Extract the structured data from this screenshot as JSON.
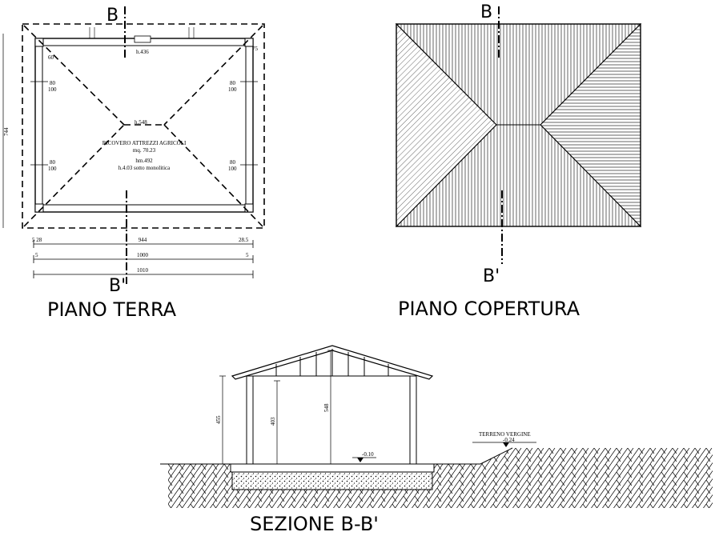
{
  "plans": {
    "terra": {
      "title": "PIANO TERRA",
      "section_mark_top": "B",
      "section_mark_bottom": "B'",
      "room_name": "RICOVERO ATTREZZI AGRICOLI",
      "room_area": "mq. 70.23",
      "room_hm": "hm.492",
      "room_h": "h.4.03 sotto monolitica",
      "ridge_h": "h.548",
      "eave_h": "h.436",
      "dim_total_1": "944",
      "dim_total_2": "1000",
      "dim_total_3": "1010",
      "dim_left_small": "5 28",
      "dim_right_small": "28.5",
      "dim_side_5a": "5",
      "dim_side_5b": "5",
      "dim_vertical": "744",
      "win_a": "80",
      "win_b": "100",
      "dim_75": "75",
      "dim_60": "60"
    },
    "copertura": {
      "title": "PIANO COPERTURA",
      "section_mark_top": "B",
      "section_mark_bottom": "B'"
    }
  },
  "section": {
    "title": "SEZIONE B-B'",
    "height_left": "455",
    "height_inner": "403",
    "height_ridge": "548",
    "floor_level": "-0.10",
    "terrain_label": "TERRENO VERGINE",
    "terrain_level": "-0.24"
  }
}
